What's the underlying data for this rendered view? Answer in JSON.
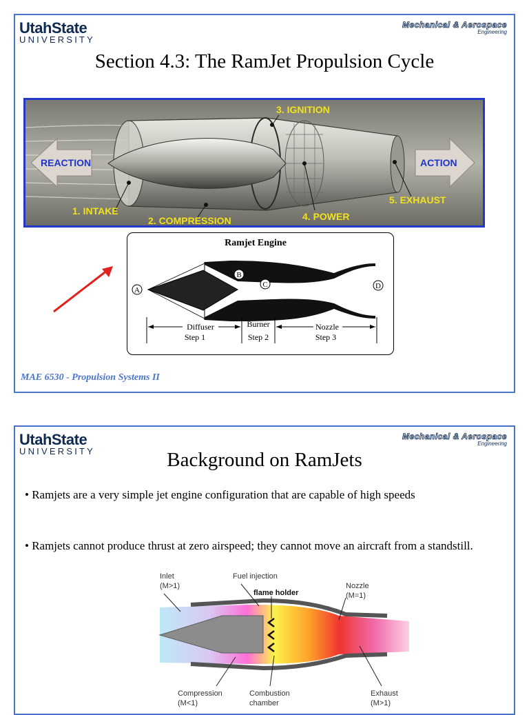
{
  "branding": {
    "logo_line1": "UtahState",
    "logo_line2": "UNIVERSITY",
    "dept_line1": "Mechanical & Aerospace",
    "dept_line2": "Engineering"
  },
  "slide1": {
    "title": "Section 4.3: The RamJet Propulsion Cycle",
    "photo_labels": {
      "reaction": "REACTION",
      "action": "ACTION",
      "ignition": "3. IGNITION",
      "intake": "1. INTAKE",
      "compression": "2. COMPRESSION",
      "power": "4. POWER",
      "exhaust": "5. EXHAUST"
    },
    "schematic": {
      "title": "Ramjet Engine",
      "point_a": "A",
      "point_b": "B",
      "point_c": "C",
      "point_d": "D",
      "diffuser": "Diffuser",
      "step1": "Step 1",
      "burner": "Burner",
      "step2": "Step 2",
      "nozzle": "Nozzle",
      "step3": "Step 3"
    },
    "footer": "MAE 6530 - Propulsion Systems II"
  },
  "slide2": {
    "title": "Background on RamJets",
    "bullet1": "• Ramjets are a very simple jet engine configuration that are capable of high speeds",
    "bullet2": "• Ramjets cannot produce thrust at zero airspeed; they cannot move an aircraft from a standstill.",
    "diagram": {
      "inlet": "Inlet",
      "inlet_mach": "(M>1)",
      "fuel_injection": "Fuel injection",
      "flame_holder": "flame holder",
      "nozzle": "Nozzle",
      "nozzle_mach": "(M=1)",
      "compression": "Compression",
      "compression_mach": "(M<1)",
      "combustion": "Combustion",
      "chamber": "chamber",
      "exhaust": "Exhaust",
      "exhaust_mach": "(M>1)"
    }
  },
  "colors": {
    "slide_border": "#4a74c9",
    "photo_border": "#2337c8",
    "label_yellow": "#f2e21b",
    "label_blue": "#1d35c9",
    "pointer_red": "#e0211f"
  }
}
